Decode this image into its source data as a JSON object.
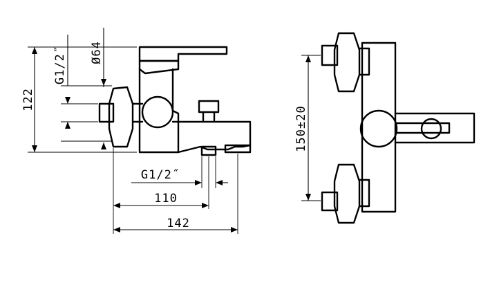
{
  "dimensions": {
    "height_122": "122",
    "thread_left": "G1/2˝",
    "diameter_64": "Ø64",
    "thread_bottom": "G1/2˝",
    "width_110": "110",
    "width_142": "142",
    "center_distance": "150±20"
  }
}
